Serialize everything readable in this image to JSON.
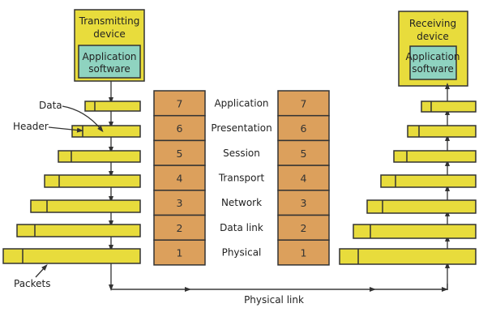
{
  "colors": {
    "device_fill": "#e8dc3c",
    "app_fill": "#8fd3c0",
    "packet_fill": "#e8dc3c",
    "layer_fill": "#dca05c",
    "stroke": "#333333"
  },
  "transmitter": {
    "title_line1": "Transmitting",
    "title_line2": "device",
    "app_line1": "Application",
    "app_line2": "software"
  },
  "receiver": {
    "title_line1": "Receiving",
    "title_line2": "device",
    "app_line1": "Application",
    "app_line2": "software"
  },
  "layers": [
    {
      "number": "7",
      "name": "Application"
    },
    {
      "number": "6",
      "name": "Presentation"
    },
    {
      "number": "5",
      "name": "Session"
    },
    {
      "number": "4",
      "name": "Transport"
    },
    {
      "number": "3",
      "name": "Network"
    },
    {
      "number": "2",
      "name": "Data link"
    },
    {
      "number": "1",
      "name": "Physical"
    }
  ],
  "callouts": {
    "data": "Data",
    "header": "Header",
    "packets": "Packets"
  },
  "physical_link_label": "Physical link"
}
